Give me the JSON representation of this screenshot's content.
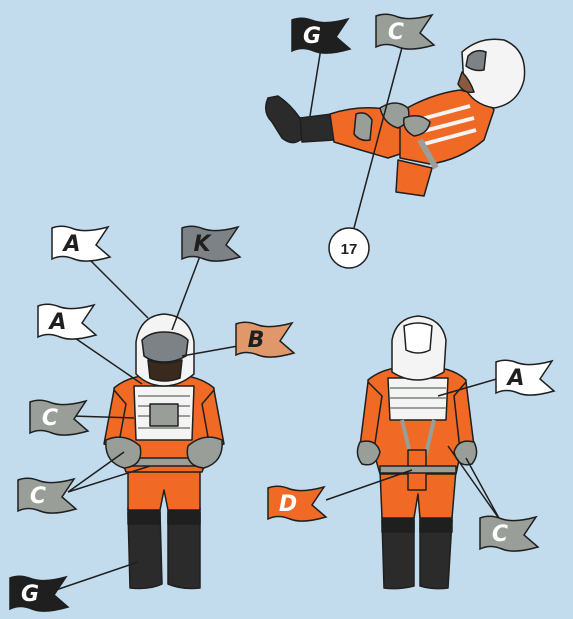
{
  "colors": {
    "background": "#c2dced",
    "A": "#ffffff",
    "B": "#e0976a",
    "C": "#9a9e98",
    "D": "#f06a25",
    "G": "#1f1f1f",
    "K": "#7d8286",
    "suit_orange": "#f06a25",
    "gloves": "#9a9e98",
    "boots": "#2b2b2b",
    "helmet": "#f4f4f4"
  },
  "figures": [
    {
      "id": "floating",
      "pose": "reclining"
    },
    {
      "id": "front",
      "pose": "front view"
    },
    {
      "id": "back",
      "pose": "back view"
    }
  ],
  "flags": [
    {
      "id": "f-g-top",
      "label": "G",
      "color": "G",
      "text_color": "#ffffff"
    },
    {
      "id": "f-c-top",
      "label": "C",
      "color": "C",
      "text_color": "#ffffff"
    },
    {
      "id": "f-a-front-1",
      "label": "A",
      "color": "A",
      "text_color": "#1f1f1f"
    },
    {
      "id": "f-k-front",
      "label": "K",
      "color": "K",
      "text_color": "#1f1f1f"
    },
    {
      "id": "f-a-front-2",
      "label": "A",
      "color": "A",
      "text_color": "#1f1f1f"
    },
    {
      "id": "f-b-front",
      "label": "B",
      "color": "B",
      "text_color": "#1f1f1f"
    },
    {
      "id": "f-c-front-1",
      "label": "C",
      "color": "C",
      "text_color": "#ffffff"
    },
    {
      "id": "f-c-front-2",
      "label": "C",
      "color": "C",
      "text_color": "#ffffff"
    },
    {
      "id": "f-g-front",
      "label": "G",
      "color": "G",
      "text_color": "#ffffff"
    },
    {
      "id": "f-a-back",
      "label": "A",
      "color": "A",
      "text_color": "#1f1f1f"
    },
    {
      "id": "f-d-back",
      "label": "D",
      "color": "D",
      "text_color": "#ffffff"
    },
    {
      "id": "f-c-back",
      "label": "C",
      "color": "C",
      "text_color": "#ffffff"
    }
  ],
  "step_badge": {
    "number": "17"
  }
}
